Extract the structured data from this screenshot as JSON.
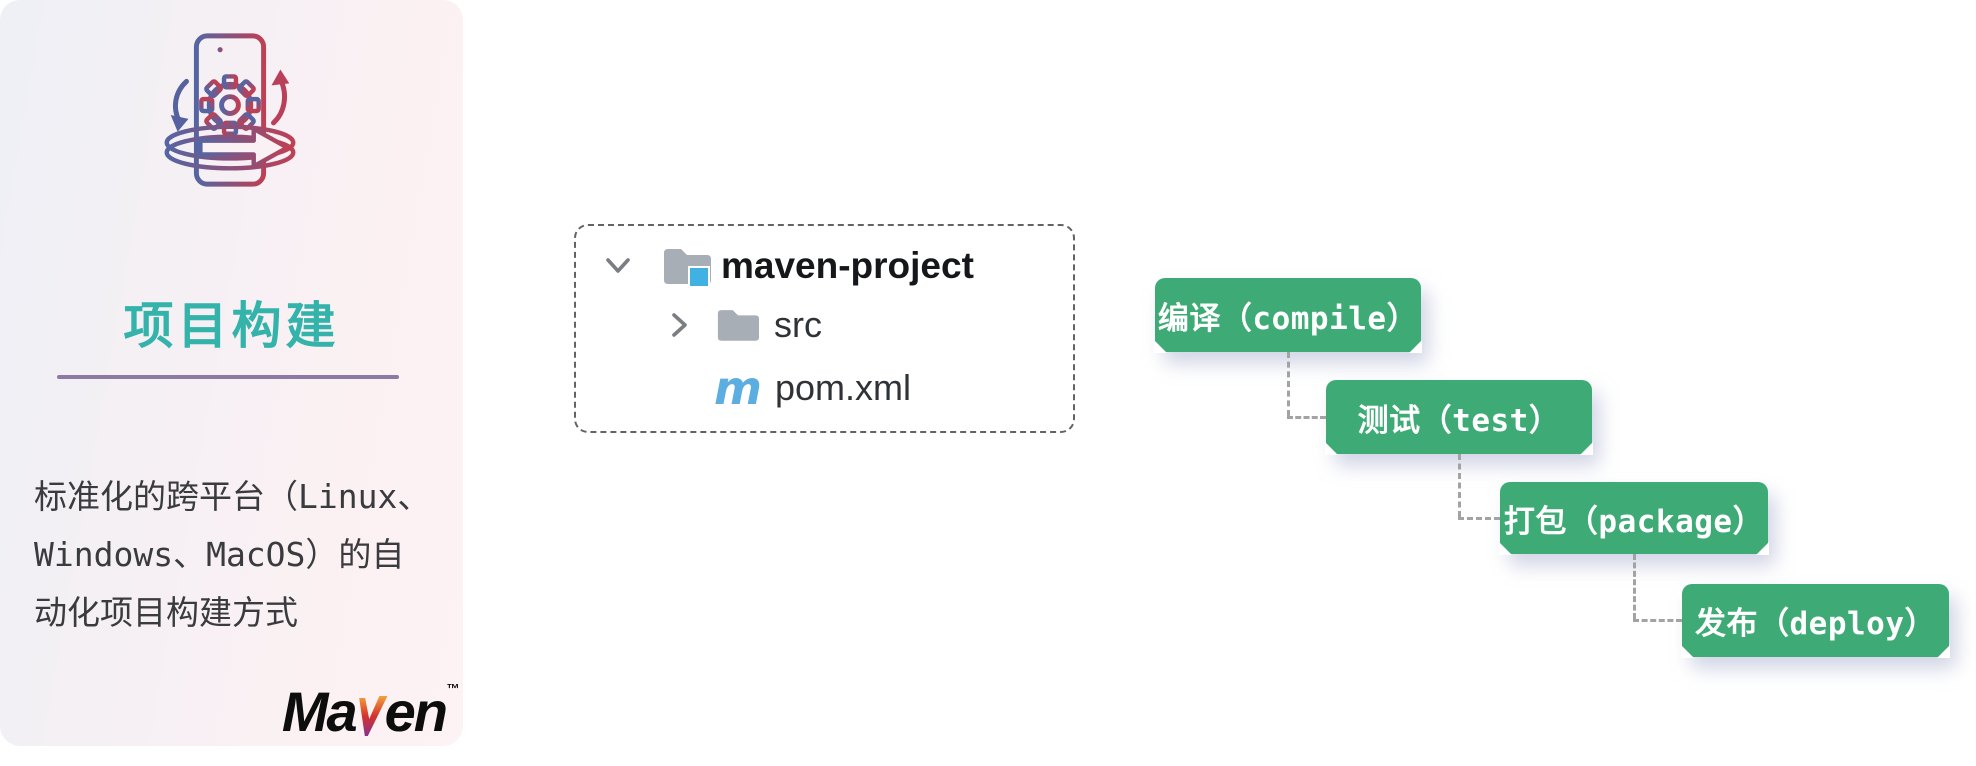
{
  "sidebar": {
    "title": "项目构建",
    "description_lines": [
      "标准化的跨平台（Linux、",
      "Windows、MacOS）的自",
      "动化项目构建方式"
    ],
    "logo_prefix": "Ma",
    "logo_suffix": "en",
    "logo_tm": "™"
  },
  "file_tree": {
    "items": [
      {
        "label": "maven-project",
        "icon": "module-folder-icon",
        "state": "expanded"
      },
      {
        "label": "src",
        "icon": "folder-icon",
        "state": "collapsed"
      },
      {
        "label": "pom.xml",
        "icon": "maven-m-icon",
        "icon_letter": "m"
      }
    ]
  },
  "pipeline": {
    "steps": [
      {
        "label": "编译（compile）"
      },
      {
        "label": "测试（test）"
      },
      {
        "label": "打包（package）"
      },
      {
        "label": "发布（deploy）"
      }
    ]
  },
  "colors": {
    "step_green": "#3EAB76",
    "title_teal": "#33B3AA",
    "divider_purple": "#8D7AA4",
    "maven_m_blue": "#5CADE0",
    "folder_gray": "#A8AEB6",
    "module_badge_blue": "#41B1E3",
    "connector_gray": "#A3A3A3"
  }
}
